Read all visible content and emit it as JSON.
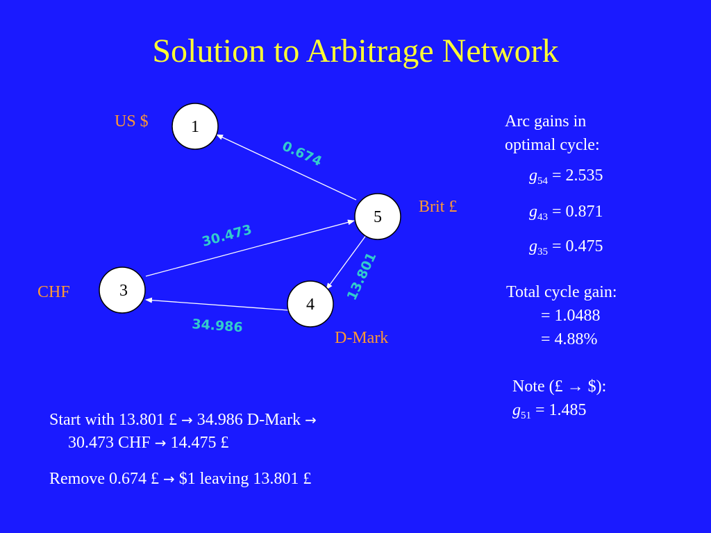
{
  "title": "Solution to Arbitrage Network",
  "colors": {
    "background": "#1a1aff",
    "title": "#ffff33",
    "currency_label": "#ff9933",
    "arc_label": "#33cccc",
    "text": "#ffffff"
  },
  "network": {
    "nodes": [
      {
        "id": "1",
        "currency": "US $"
      },
      {
        "id": "3",
        "currency": "CHF"
      },
      {
        "id": "4",
        "currency": "D-Mark"
      },
      {
        "id": "5",
        "currency": "Brit £"
      }
    ],
    "arcs": [
      {
        "from": "5",
        "to": "1",
        "label": "0.674"
      },
      {
        "from": "3",
        "to": "5",
        "label": "30.473"
      },
      {
        "from": "5",
        "to": "4",
        "label": "13.801"
      },
      {
        "from": "4",
        "to": "3",
        "label": "34.986"
      }
    ]
  },
  "gains": {
    "heading_line1": "Arc gains in",
    "heading_line2": "optimal cycle:",
    "items": [
      {
        "symbol": "g",
        "sub": "54",
        "value": "= 2.535"
      },
      {
        "symbol": "g",
        "sub": "43",
        "value": "= 0.871"
      },
      {
        "symbol": "g",
        "sub": "35",
        "value": "= 0.475"
      }
    ],
    "total_label": "Total cycle gain:",
    "total_value1": "= 1.0488",
    "total_value2": "= 4.88%",
    "note_label": "Note (£ → $):",
    "note_symbol": "g",
    "note_sub": "51",
    "note_value": "= 1.485"
  },
  "bottom": {
    "line1_a": "Start with 13.801 £",
    "line1_b": "34.986 D-Mark",
    "line2_a": "30.473 CHF",
    "line2_b": "14.475 £",
    "line3_a": "Remove 0.674 £",
    "line3_b": "$1 leaving 13.801 £",
    "arrow_glyph": "→"
  }
}
